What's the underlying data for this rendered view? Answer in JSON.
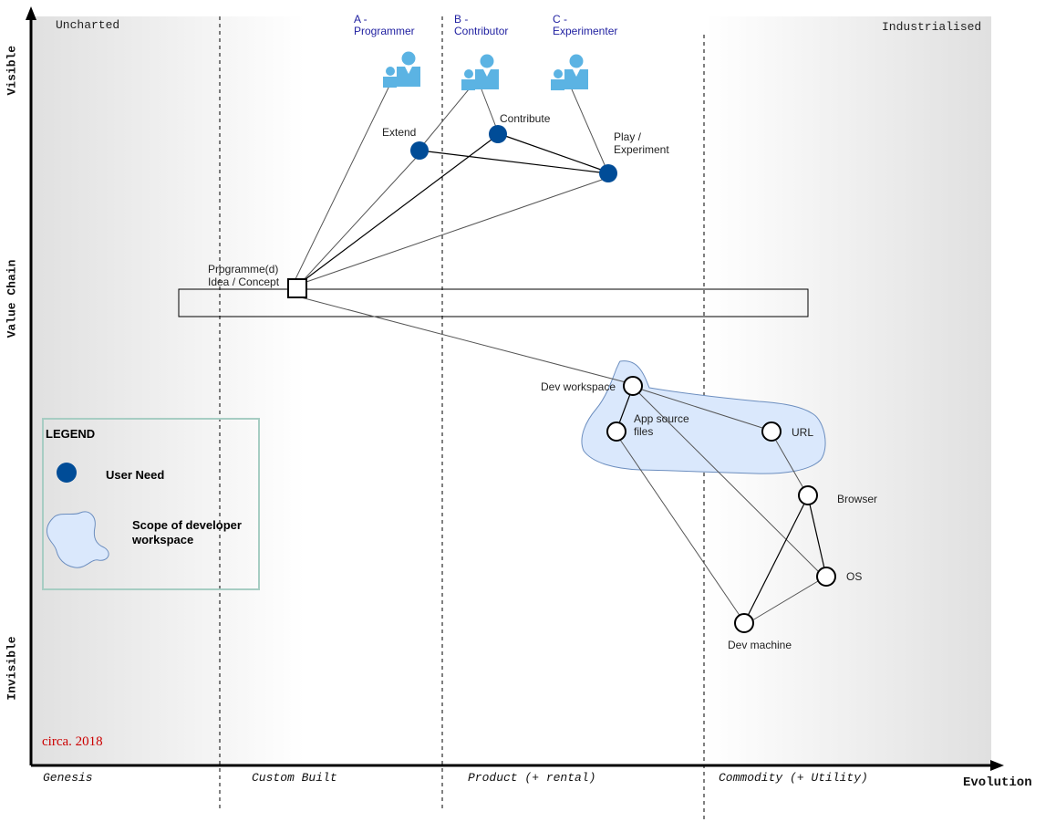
{
  "zones": {
    "left": "Uncharted",
    "right": "Industrialised"
  },
  "axes": {
    "y_label": "Value Chain",
    "y_top": "Visible",
    "y_bottom": "Invisible",
    "x_label": "Evolution"
  },
  "stages": [
    "Genesis",
    "Custom Built",
    "Product (+ rental)",
    "Commodity (+ Utility)"
  ],
  "personas": [
    {
      "id": "A",
      "label_line1": "A -",
      "label_line2": "Programmer"
    },
    {
      "id": "B",
      "label_line1": "B -",
      "label_line2": "Contributor"
    },
    {
      "id": "C",
      "label_line1": "C -",
      "label_line2": "Experimenter"
    }
  ],
  "components": {
    "extend": "Extend",
    "contribute": "Contribute",
    "play_line1": "Play /",
    "play_line2": "Experiment",
    "idea_line1": "Programme(d)",
    "idea_line2": "Idea / Concept",
    "dev_workspace": "Dev workspace",
    "app_source_line1": "App source",
    "app_source_line2": "files",
    "url": "URL",
    "browser": "Browser",
    "os": "OS",
    "dev_machine": "Dev machine"
  },
  "legend": {
    "title": "LEGEND",
    "user_need": "User Need",
    "scope_line1": "Scope of developer",
    "scope_line2": "workspace"
  },
  "date_note": "circa. 2018",
  "colors": {
    "user_need": "#004c97",
    "persona_icon": "#5bb3e3",
    "workspace_fill": "#dae8fc",
    "workspace_stroke": "#6c8ebf",
    "legend_border": "#a7cdc3",
    "persona_text": "#1f1fa0",
    "date_text": "#cc0000"
  }
}
